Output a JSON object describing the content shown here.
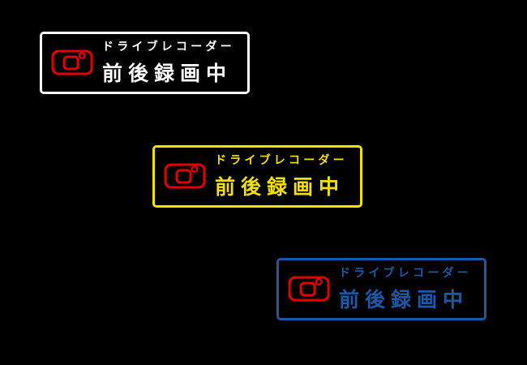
{
  "stickers": [
    {
      "id": "white",
      "line1": "ドライブレコーダー",
      "line2": "前後録画中",
      "frame_color": "#ffffff",
      "text_color": "#ffffff",
      "icon": "camera-icon",
      "icon_color": "#e50000"
    },
    {
      "id": "yellow",
      "line1": "ドライブレコーダー",
      "line2": "前後録画中",
      "frame_color": "#f5e100",
      "text_color": "#f5e100",
      "icon": "camera-icon",
      "icon_color": "#e50000"
    },
    {
      "id": "blue",
      "line1": "ドライブレコーダー",
      "line2": "前後録画中",
      "frame_color": "#1b58a8",
      "text_color": "#1b58a8",
      "icon": "camera-icon",
      "icon_color": "#e50000"
    }
  ]
}
